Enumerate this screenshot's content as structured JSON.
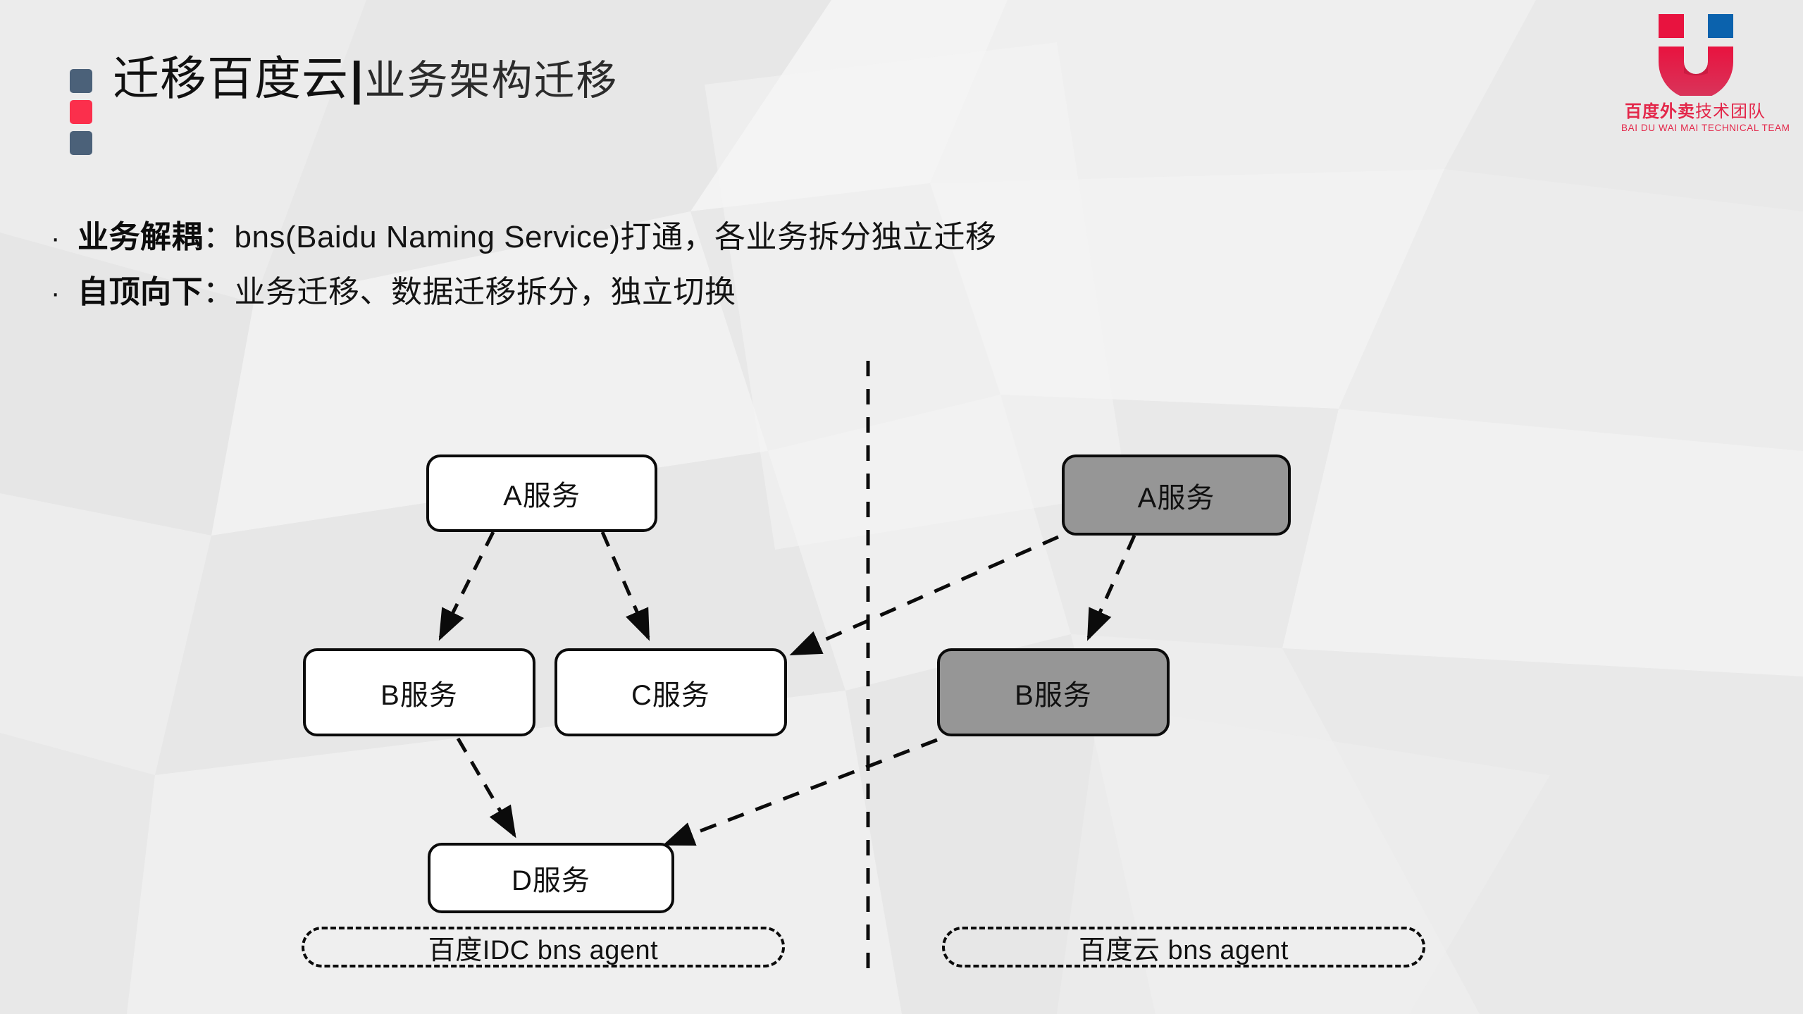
{
  "slide": {
    "title_main": "迁移百度云",
    "title_divider": "|",
    "title_sub": "业务架构迁移",
    "marker_colors": [
      "#4b6179",
      "#fb2f4c",
      "#4b6179"
    ]
  },
  "logo": {
    "cn_bold": "百度外卖",
    "cn_light": "技术团队",
    "en": "BAI DU WAI MAI TECHNICAL TEAM",
    "brand_red": "#e3274a",
    "brand_blue": "#0b62ad"
  },
  "bullets": [
    {
      "marker": "·",
      "strong": "业务解耦",
      "rest": "：bns(Baidu Naming Service)打通，各业务拆分独立迁移"
    },
    {
      "marker": "·",
      "strong": "自顶向下",
      "rest": "：业务迁移、数据迁移拆分，独立切换"
    }
  ],
  "diagram": {
    "left_nodes": [
      {
        "id": "idc-a",
        "label": "A服务",
        "fill": "#ffffff"
      },
      {
        "id": "idc-b",
        "label": "B服务",
        "fill": "#ffffff"
      },
      {
        "id": "idc-c",
        "label": "C服务",
        "fill": "#ffffff"
      },
      {
        "id": "idc-d",
        "label": "D服务",
        "fill": "#ffffff"
      }
    ],
    "right_nodes": [
      {
        "id": "cloud-a",
        "label": "A服务",
        "fill": "#969696"
      },
      {
        "id": "cloud-b",
        "label": "B服务",
        "fill": "#969696"
      }
    ],
    "zones": [
      {
        "id": "zone-idc",
        "label": "百度IDC  bns agent"
      },
      {
        "id": "zone-cloud",
        "label": "百度云  bns agent"
      }
    ],
    "edges": [
      {
        "from": "idc-a",
        "to": "idc-b",
        "style": "dashed-arrow"
      },
      {
        "from": "idc-a",
        "to": "idc-c",
        "style": "dashed-arrow"
      },
      {
        "from": "idc-b",
        "to": "idc-d",
        "style": "dashed-arrow"
      },
      {
        "from": "cloud-a",
        "to": "idc-c",
        "style": "dashed-arrow"
      },
      {
        "from": "cloud-a",
        "to": "cloud-b",
        "style": "dashed-arrow"
      },
      {
        "from": "cloud-b",
        "to": "idc-d",
        "style": "dashed-arrow"
      }
    ],
    "divider": {
      "style": "vertical-dashed"
    }
  }
}
